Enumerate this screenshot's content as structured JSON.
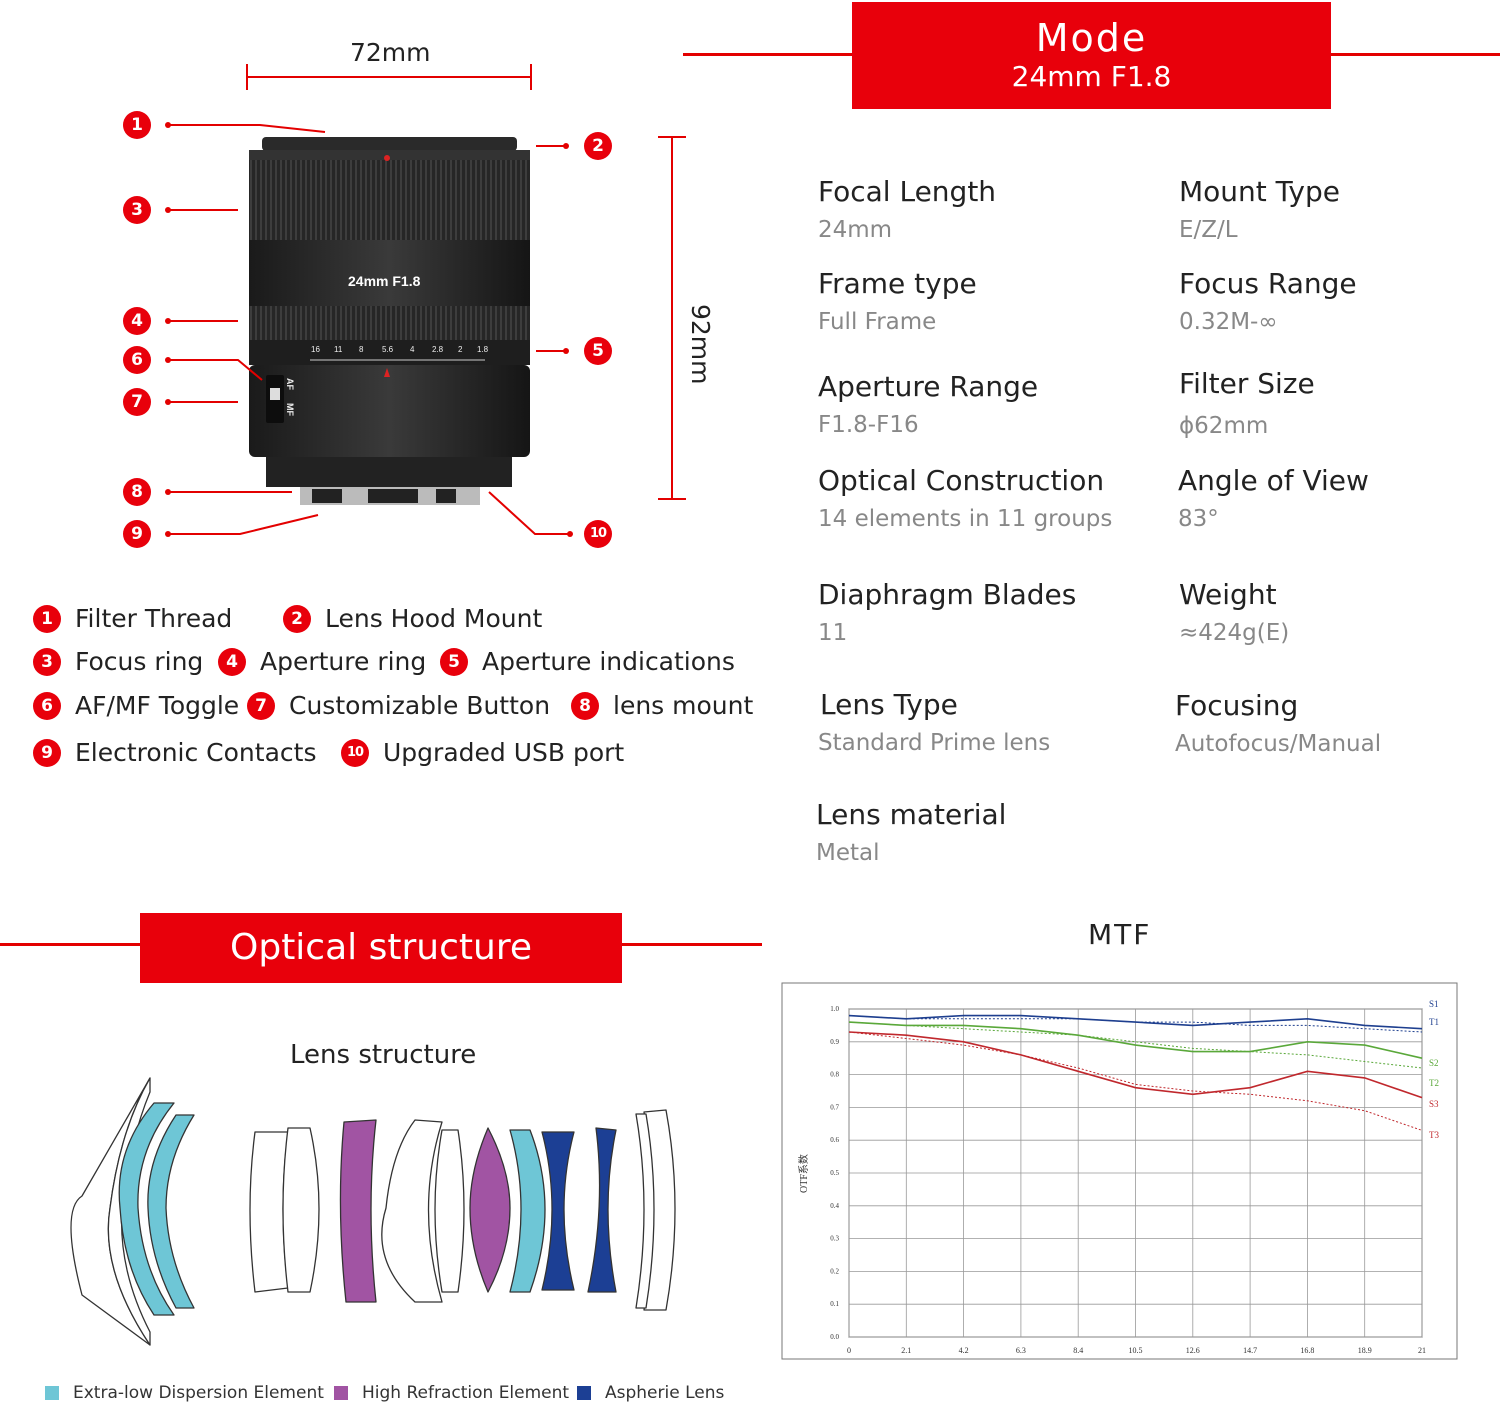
{
  "mode": {
    "title": "Mode",
    "subtitle": "24mm F1.8"
  },
  "specs": [
    {
      "label": "Focal Length",
      "value": "24mm"
    },
    {
      "label": "Mount Type",
      "value": "E/Z/L"
    },
    {
      "label": "Frame type",
      "value": "Full Frame"
    },
    {
      "label": "Focus Range",
      "value": "0.32M-∞"
    },
    {
      "label": "Aperture Range",
      "value": "F1.8-F16"
    },
    {
      "label": "Filter Size",
      "value": "ϕ62mm"
    },
    {
      "label": "Optical Construction",
      "value": "14 elements in 11 groups"
    },
    {
      "label": "Angle of View",
      "value": "83°"
    },
    {
      "label": "Diaphragm Blades",
      "value": "11"
    },
    {
      "label": "Weight",
      "value": "≈424g(E)"
    },
    {
      "label": "Lens Type",
      "value": "Standard Prime lens"
    },
    {
      "label": "Focusing",
      "value": "Autofocus/Manual"
    },
    {
      "label": "Lens material",
      "value": "Metal"
    }
  ],
  "dimensions": {
    "width": "72mm",
    "height": "92mm"
  },
  "lens_label": "24mm F1.8",
  "lens_switch": {
    "af": "AF",
    "mf": "MF"
  },
  "aperture_scale": [
    "16",
    "11",
    "8",
    "5.6",
    "4",
    "2.8",
    "2",
    "1.8"
  ],
  "callout_numbers": [
    "1",
    "2",
    "3",
    "4",
    "5",
    "6",
    "7",
    "8",
    "9",
    "10"
  ],
  "parts": [
    {
      "num": "1",
      "name": "Filter Thread"
    },
    {
      "num": "2",
      "name": "Lens Hood Mount"
    },
    {
      "num": "3",
      "name": "Focus ring"
    },
    {
      "num": "4",
      "name": "Aperture ring"
    },
    {
      "num": "5",
      "name": "Aperture indications"
    },
    {
      "num": "6",
      "name": "AF/MF Toggle"
    },
    {
      "num": "7",
      "name": "Customizable Button"
    },
    {
      "num": "8",
      "name": "lens mount"
    },
    {
      "num": "9",
      "name": "Electronic Contacts"
    },
    {
      "num": "10",
      "name": "Upgraded USB port"
    }
  ],
  "optical": {
    "title": "Optical structure",
    "subtitle": "Lens structure"
  },
  "element_key": [
    {
      "name": "Extra-low Dispersion Element",
      "color": "#6ec6d6"
    },
    {
      "name": "High Refraction Element",
      "color": "#a154a3"
    },
    {
      "name": "Aspherie Lens",
      "color": "#1c3f94"
    }
  ],
  "mtf": {
    "title": "MTF",
    "ylabel": "OTF系数",
    "x_ticks": [
      "0",
      "2.1",
      "4.2",
      "6.3",
      "8.4",
      "10.5",
      "12.6",
      "14.7",
      "16.8",
      "18.9",
      "21"
    ],
    "y_ticks": [
      "0.0",
      "0.1",
      "0.2",
      "0.3",
      "0.4",
      "0.5",
      "0.6",
      "0.7",
      "0.8",
      "0.9",
      "1.0"
    ],
    "xlim": [
      0,
      21
    ],
    "ylim": [
      0,
      1
    ],
    "series": [
      {
        "name": "S1",
        "color": "#1e3f8f",
        "dash": false,
        "x": [
          0,
          2.1,
          4.2,
          6.3,
          8.4,
          10.5,
          12.6,
          14.7,
          16.8,
          18.9,
          21
        ],
        "y": [
          0.98,
          0.97,
          0.98,
          0.98,
          0.97,
          0.96,
          0.95,
          0.96,
          0.97,
          0.95,
          0.94
        ]
      },
      {
        "name": "T1",
        "color": "#1e3f8f",
        "dash": true,
        "x": [
          0,
          2.1,
          4.2,
          6.3,
          8.4,
          10.5,
          12.6,
          14.7,
          16.8,
          18.9,
          21
        ],
        "y": [
          0.98,
          0.97,
          0.97,
          0.97,
          0.97,
          0.96,
          0.96,
          0.95,
          0.95,
          0.94,
          0.93
        ]
      },
      {
        "name": "S2",
        "color": "#5aa83a",
        "dash": false,
        "x": [
          0,
          2.1,
          4.2,
          6.3,
          8.4,
          10.5,
          12.6,
          14.7,
          16.8,
          18.9,
          21
        ],
        "y": [
          0.96,
          0.95,
          0.95,
          0.94,
          0.92,
          0.89,
          0.87,
          0.87,
          0.9,
          0.89,
          0.85
        ]
      },
      {
        "name": "T2",
        "color": "#5aa83a",
        "dash": true,
        "x": [
          0,
          2.1,
          4.2,
          6.3,
          8.4,
          10.5,
          12.6,
          14.7,
          16.8,
          18.9,
          21
        ],
        "y": [
          0.96,
          0.95,
          0.94,
          0.93,
          0.92,
          0.9,
          0.88,
          0.87,
          0.86,
          0.84,
          0.82
        ]
      },
      {
        "name": "S3",
        "color": "#c0282d",
        "dash": false,
        "x": [
          0,
          2.1,
          4.2,
          6.3,
          8.4,
          10.5,
          12.6,
          14.7,
          16.8,
          18.9,
          21
        ],
        "y": [
          0.93,
          0.92,
          0.9,
          0.86,
          0.81,
          0.76,
          0.74,
          0.76,
          0.81,
          0.79,
          0.73
        ]
      },
      {
        "name": "T3",
        "color": "#c0282d",
        "dash": true,
        "x": [
          0,
          2.1,
          4.2,
          6.3,
          8.4,
          10.5,
          12.6,
          14.7,
          16.8,
          18.9,
          21
        ],
        "y": [
          0.93,
          0.91,
          0.89,
          0.86,
          0.82,
          0.77,
          0.75,
          0.74,
          0.72,
          0.69,
          0.63
        ]
      }
    ]
  },
  "chart_data": {
    "type": "line",
    "title": "MTF",
    "xlabel": "",
    "ylabel": "OTF系数",
    "xlim": [
      0,
      21
    ],
    "ylim": [
      0,
      1
    ],
    "grid": true,
    "legend": "right",
    "series": [
      {
        "name": "S1",
        "x": [
          0,
          2.1,
          4.2,
          6.3,
          8.4,
          10.5,
          12.6,
          14.7,
          16.8,
          18.9,
          21
        ],
        "y": [
          0.98,
          0.97,
          0.98,
          0.98,
          0.97,
          0.96,
          0.95,
          0.96,
          0.97,
          0.95,
          0.94
        ]
      },
      {
        "name": "T1",
        "x": [
          0,
          2.1,
          4.2,
          6.3,
          8.4,
          10.5,
          12.6,
          14.7,
          16.8,
          18.9,
          21
        ],
        "y": [
          0.98,
          0.97,
          0.97,
          0.97,
          0.97,
          0.96,
          0.96,
          0.95,
          0.95,
          0.94,
          0.93
        ]
      },
      {
        "name": "S2",
        "x": [
          0,
          2.1,
          4.2,
          6.3,
          8.4,
          10.5,
          12.6,
          14.7,
          16.8,
          18.9,
          21
        ],
        "y": [
          0.96,
          0.95,
          0.95,
          0.94,
          0.92,
          0.89,
          0.87,
          0.87,
          0.9,
          0.89,
          0.85
        ]
      },
      {
        "name": "T2",
        "x": [
          0,
          2.1,
          4.2,
          6.3,
          8.4,
          10.5,
          12.6,
          14.7,
          16.8,
          18.9,
          21
        ],
        "y": [
          0.96,
          0.95,
          0.94,
          0.93,
          0.92,
          0.9,
          0.88,
          0.87,
          0.86,
          0.84,
          0.82
        ]
      },
      {
        "name": "S3",
        "x": [
          0,
          2.1,
          4.2,
          6.3,
          8.4,
          10.5,
          12.6,
          14.7,
          16.8,
          18.9,
          21
        ],
        "y": [
          0.93,
          0.92,
          0.9,
          0.86,
          0.81,
          0.76,
          0.74,
          0.76,
          0.81,
          0.79,
          0.73
        ]
      },
      {
        "name": "T3",
        "x": [
          0,
          2.1,
          4.2,
          6.3,
          8.4,
          10.5,
          12.6,
          14.7,
          16.8,
          18.9,
          21
        ],
        "y": [
          0.93,
          0.91,
          0.89,
          0.86,
          0.82,
          0.77,
          0.75,
          0.74,
          0.72,
          0.69,
          0.63
        ]
      }
    ]
  }
}
